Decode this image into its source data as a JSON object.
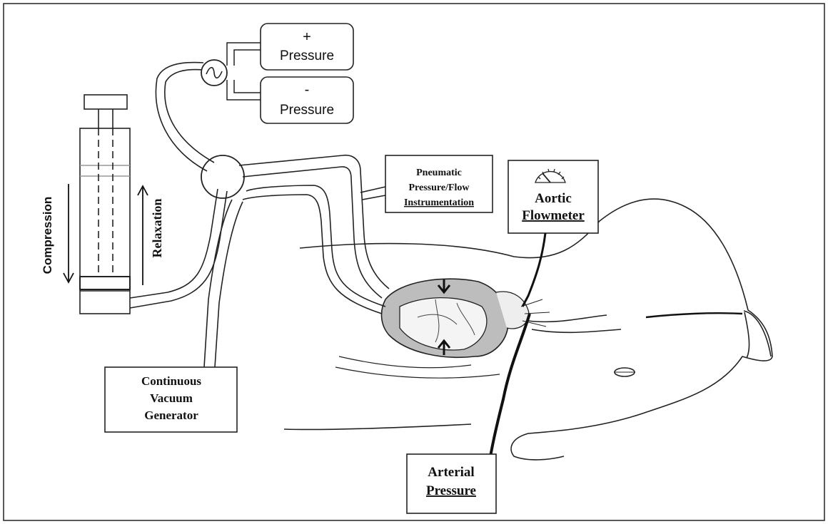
{
  "labels": {
    "pos_pressure_sign": "+",
    "pos_pressure": "Pressure",
    "neg_pressure_sign": "-",
    "neg_pressure": "Pressure",
    "compression": "Compression",
    "relaxation": "Relaxation",
    "pneumatic_line1": "Pneumatic",
    "pneumatic_line2": "Pressure/Flow",
    "pneumatic_line3": "Instrumentation",
    "aortic_line1": "Aortic",
    "aortic_line2": "Flowmeter",
    "vacuum_line1": "Continuous",
    "vacuum_line2": "Vacuum",
    "vacuum_line3": "Generator",
    "arterial_line1": "Arterial",
    "arterial_line2": "Pressure"
  }
}
